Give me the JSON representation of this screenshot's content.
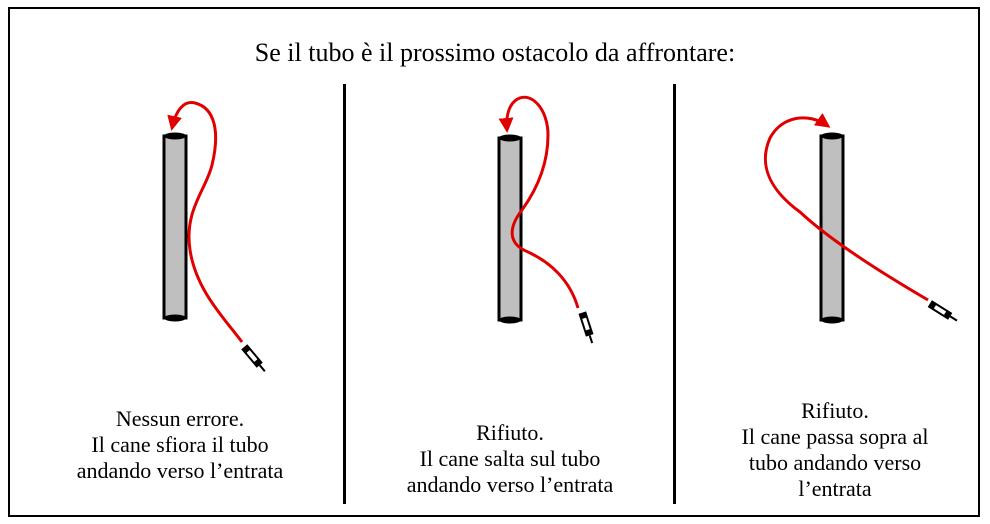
{
  "title": "Se il tubo è il prossimo ostacolo da affrontare:",
  "panels": [
    {
      "caption": "Nessun errore.\nIl cane sfiora il tubo\nandando verso l’entrata"
    },
    {
      "caption": "Rifiuto.\nIl cane salta sul tubo\nandando verso l’entrata"
    },
    {
      "caption": "Rifiuto.\nIl cane passa sopra al\ntubo andando verso\nl’entrata"
    }
  ],
  "colors": {
    "path": "#e00000",
    "tube_fill": "#bfbfbf",
    "tube_stroke": "#000000"
  }
}
